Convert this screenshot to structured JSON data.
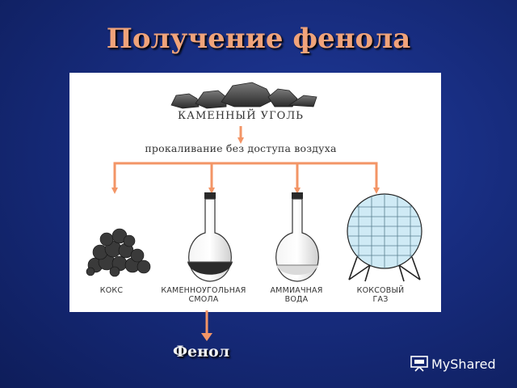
{
  "slide": {
    "title": "Получение фенола",
    "colors": {
      "background": "#172c7e",
      "title": "#f0a37a",
      "arrow": "#f39566"
    }
  },
  "diagram": {
    "source": "КАМЕННЫЙ УГОЛЬ",
    "process": "прокаливание без доступа воздуха",
    "products": [
      "КОКС",
      "КАМЕННОУГОЛЬНАЯ\nСМОЛА",
      "АММИАЧНАЯ\nВОДА",
      "КОКСОВЫЙ\nГАЗ"
    ],
    "final_product": "Фенол"
  },
  "watermark": {
    "text": "MyShared",
    "icon": "presentation-icon"
  }
}
